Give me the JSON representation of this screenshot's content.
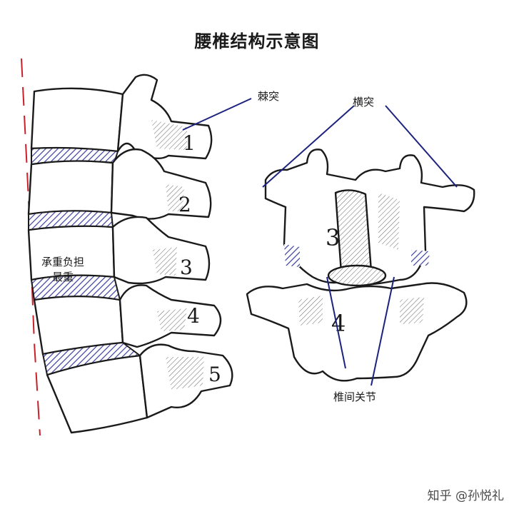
{
  "title": "腰椎结构示意图",
  "labels": {
    "spinous_process": "棘突",
    "transverse_process": "横突",
    "facet_joint": "椎间关节",
    "load_line1": "承重负担",
    "load_line2": "最重"
  },
  "vertebra_numbers": {
    "side": [
      "1",
      "2",
      "3",
      "4",
      "5"
    ],
    "back": [
      "3",
      "4"
    ]
  },
  "watermark": "知乎 @孙悦礼",
  "colors": {
    "outline": "#1a1a1a",
    "disc_hatch": "#3b3f9e",
    "pointer_line": "#1c237e",
    "dashed_line": "#c8202a",
    "shade": "#555555"
  }
}
